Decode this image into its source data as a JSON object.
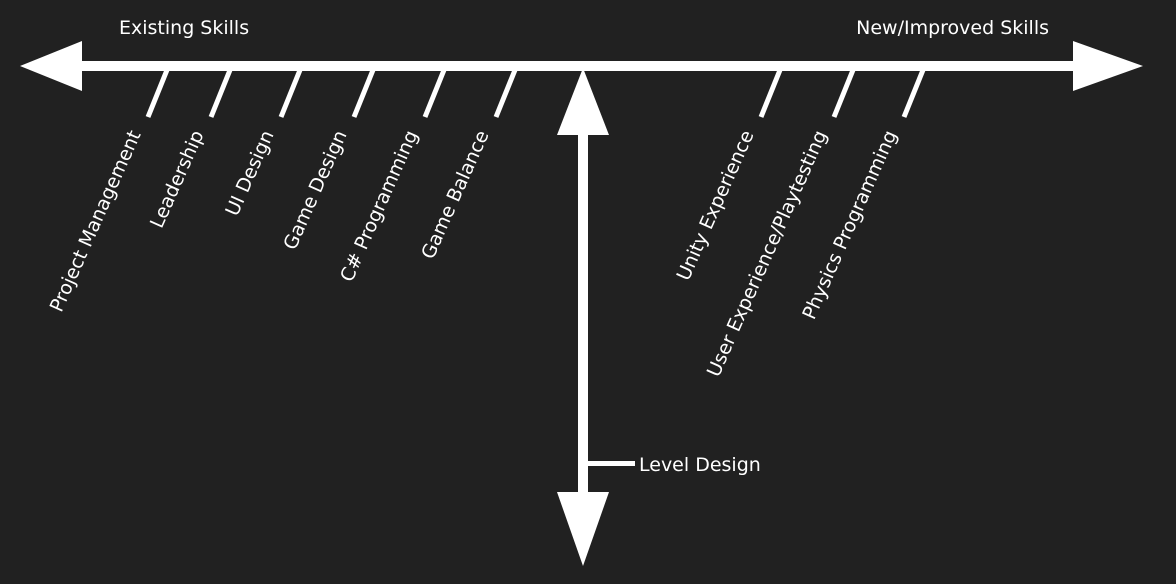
{
  "axis": {
    "left_label": "Existing Skills",
    "right_label": "New/Improved Skills"
  },
  "existing_skills": [
    "Project Management",
    "Leadership",
    "UI Design",
    "Game Design",
    "C# Programming",
    "Game Balance"
  ],
  "new_skills": [
    "Unity Experience",
    "User Experience/Playtesting",
    "Physics Programming"
  ],
  "vertical_item": "Level Design",
  "colors": {
    "background": "#212121",
    "foreground": "#ffffff"
  }
}
